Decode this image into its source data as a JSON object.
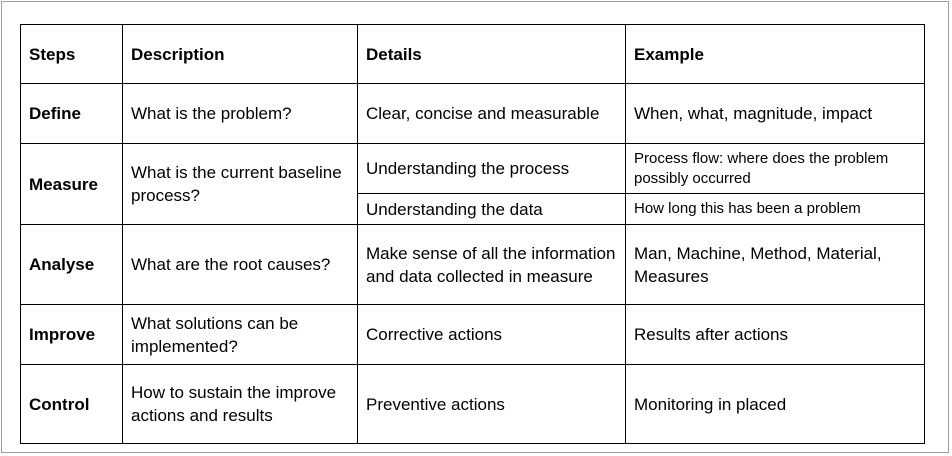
{
  "table": {
    "headers": [
      "Steps",
      "Description",
      "Details",
      "Example"
    ],
    "rows": [
      {
        "step": "Define",
        "description": "What is the problem?",
        "details": [
          "Clear, concise and measurable"
        ],
        "examples": [
          "When, what, magnitude, impact"
        ]
      },
      {
        "step": "Measure",
        "description": "What is the current baseline process?",
        "details": [
          "Understanding the process",
          "Understanding the data"
        ],
        "examples": [
          "Process flow: where does the problem possibly occurred",
          "How long this has been a problem"
        ]
      },
      {
        "step": "Analyse",
        "description": "What are the root causes?",
        "details": [
          "Make sense of all the information and data collected in measure"
        ],
        "examples": [
          "Man, Machine, Method, Material, Measures"
        ]
      },
      {
        "step": "Improve",
        "description": "What solutions can be implemented?",
        "details": [
          "Corrective actions"
        ],
        "examples": [
          "Results after actions"
        ]
      },
      {
        "step": "Control",
        "description": "How to sustain the improve actions and results",
        "details": [
          "Preventive actions"
        ],
        "examples": [
          "Monitoring in placed"
        ]
      }
    ]
  }
}
